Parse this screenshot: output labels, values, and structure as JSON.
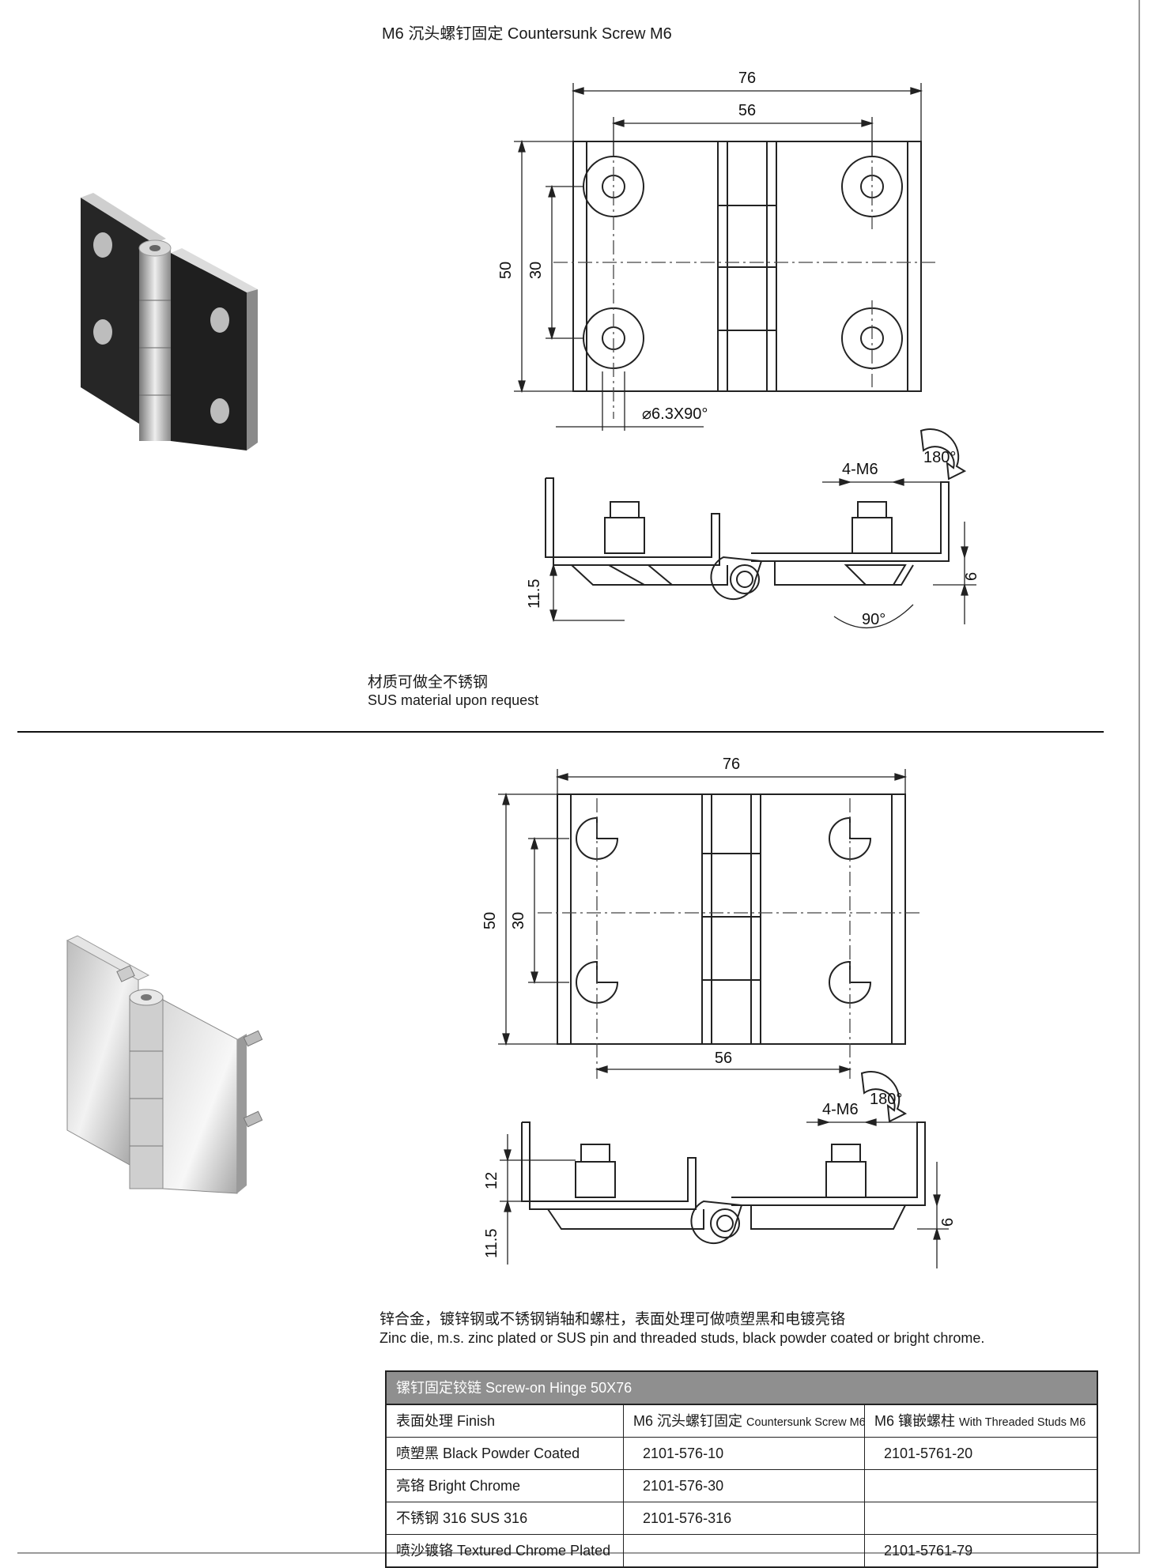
{
  "section1": {
    "title": "M6 沉头螺钉固定  Countersunk Screw M6",
    "note_cn": "材质可做全不锈钢",
    "note_en": "SUS material upon request",
    "dims": {
      "width_total": "76",
      "width_holes": "56",
      "height_total": "50",
      "height_holes": "30",
      "hole": "⌀6.3X90°",
      "thread": "4-M6",
      "rotation": "180°",
      "thickness": "11.5",
      "plate": "6",
      "countersink_angle": "90°"
    }
  },
  "section2": {
    "note_cn": "锌合金，镀锌钢或不锈钢销轴和螺柱，表面处理可做喷塑黑和电镀亮铬",
    "note_en": "Zinc die, m.s. zinc plated or SUS pin and threaded studs, black powder coated or bright chrome.",
    "dims": {
      "width_total": "76",
      "width_holes": "56",
      "height_total": "50",
      "height_holes": "30",
      "thread": "4-M6",
      "rotation": "180°",
      "stud": "12",
      "thickness": "11.5",
      "plate": "6"
    }
  },
  "table": {
    "title": "镙钉固定铰链  Screw-on Hinge 50X76",
    "headers": {
      "finish": "表面处理 Finish",
      "col2_cn": "M6 沉头螺钉固定",
      "col2_en": "Countersunk Screw M6",
      "col3_cn": "M6 镶嵌螺柱",
      "col3_en": "With Threaded Studs M6"
    },
    "rows": [
      {
        "finish": "喷塑黑 Black Powder Coated",
        "countersunk": "2101-576-10",
        "studs": "2101-5761-20"
      },
      {
        "finish": "亮铬 Bright Chrome",
        "countersunk": "2101-576-30",
        "studs": ""
      },
      {
        "finish": "不锈钢 316 SUS 316",
        "countersunk": "2101-576-316",
        "studs": ""
      },
      {
        "finish": "喷沙镀铬 Textured Chrome Plated",
        "countersunk": "",
        "studs": "2101-5761-79"
      }
    ]
  }
}
